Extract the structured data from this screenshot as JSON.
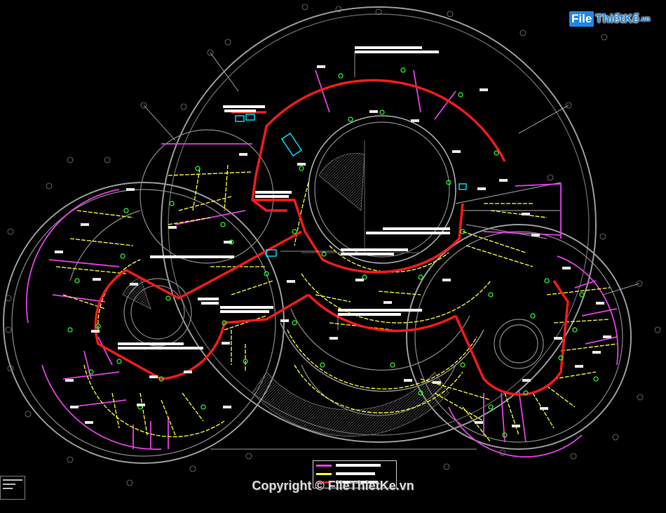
{
  "logo": {
    "brand_box": "File",
    "brand_text": "ThiếtKế",
    "brand_suffix": ".vn"
  },
  "watermark": {
    "text": "Copyright © FileThietKe.vn"
  },
  "colors": {
    "background": "#000000",
    "structure_lines": "#8a8a8a",
    "main_route": "#ff1a1a",
    "branch_route": "#ffff33",
    "zone_lines": "#e040e0",
    "fixtures": "#33ff33",
    "accent_cyan": "#00e5ff",
    "label_bars": "#ffffff"
  },
  "icons": {
    "logo": "filethietke-logo-icon",
    "legend": "legend-icon"
  }
}
